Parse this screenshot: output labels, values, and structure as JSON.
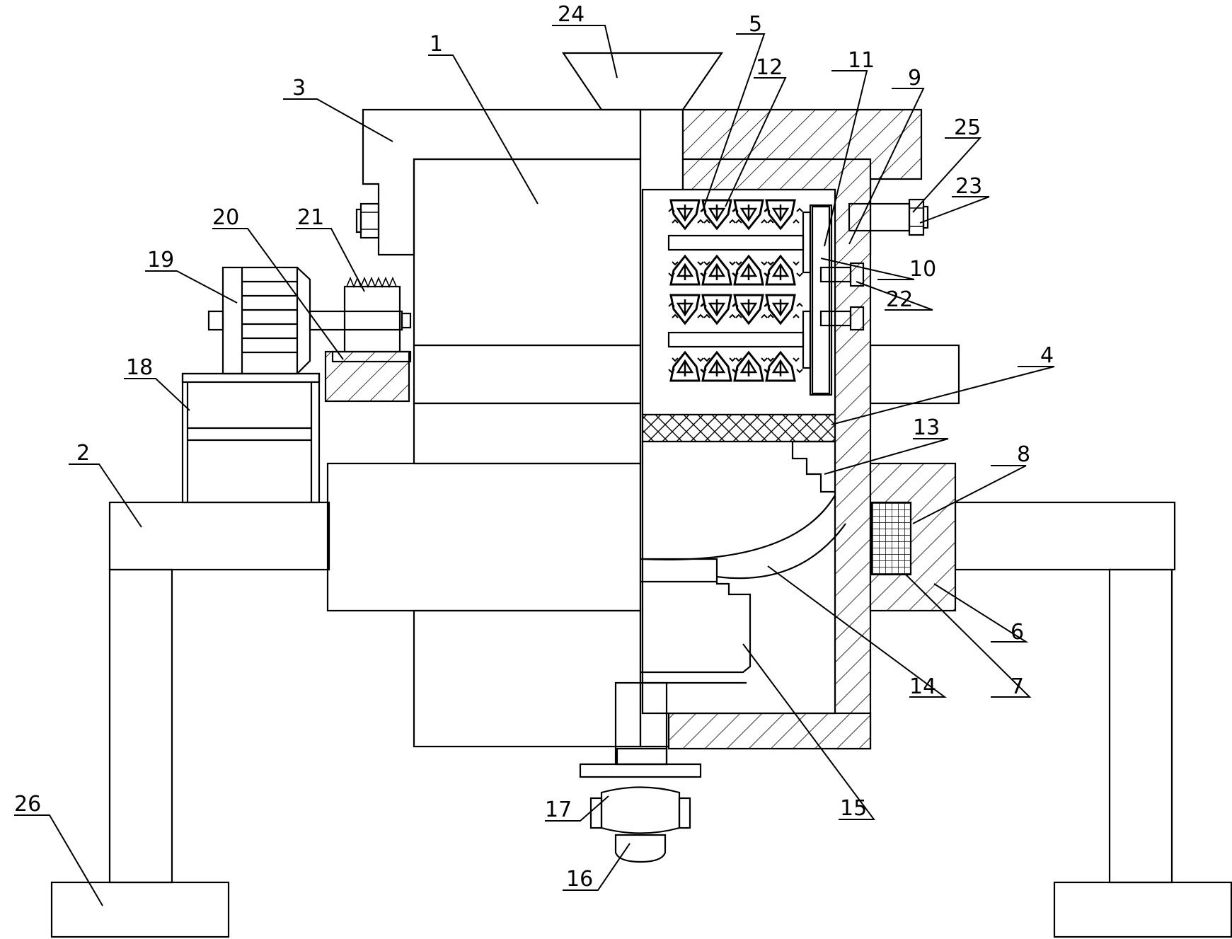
{
  "labels": [
    {
      "id": "1",
      "text": "1"
    },
    {
      "id": "2",
      "text": "2"
    },
    {
      "id": "3",
      "text": "3"
    },
    {
      "id": "4",
      "text": "4"
    },
    {
      "id": "5",
      "text": "5"
    },
    {
      "id": "6",
      "text": "6"
    },
    {
      "id": "7",
      "text": "7"
    },
    {
      "id": "8",
      "text": "8"
    },
    {
      "id": "9",
      "text": "9"
    },
    {
      "id": "10",
      "text": "10"
    },
    {
      "id": "11",
      "text": "11"
    },
    {
      "id": "12",
      "text": "12"
    },
    {
      "id": "13",
      "text": "13"
    },
    {
      "id": "14",
      "text": "14"
    },
    {
      "id": "15",
      "text": "15"
    },
    {
      "id": "16",
      "text": "16"
    },
    {
      "id": "17",
      "text": "17"
    },
    {
      "id": "18",
      "text": "18"
    },
    {
      "id": "19",
      "text": "19"
    },
    {
      "id": "20",
      "text": "20"
    },
    {
      "id": "21",
      "text": "21"
    },
    {
      "id": "22",
      "text": "22"
    },
    {
      "id": "23",
      "text": "23"
    },
    {
      "id": "24",
      "text": "24"
    },
    {
      "id": "25",
      "text": "25"
    },
    {
      "id": "26",
      "text": "26"
    }
  ]
}
